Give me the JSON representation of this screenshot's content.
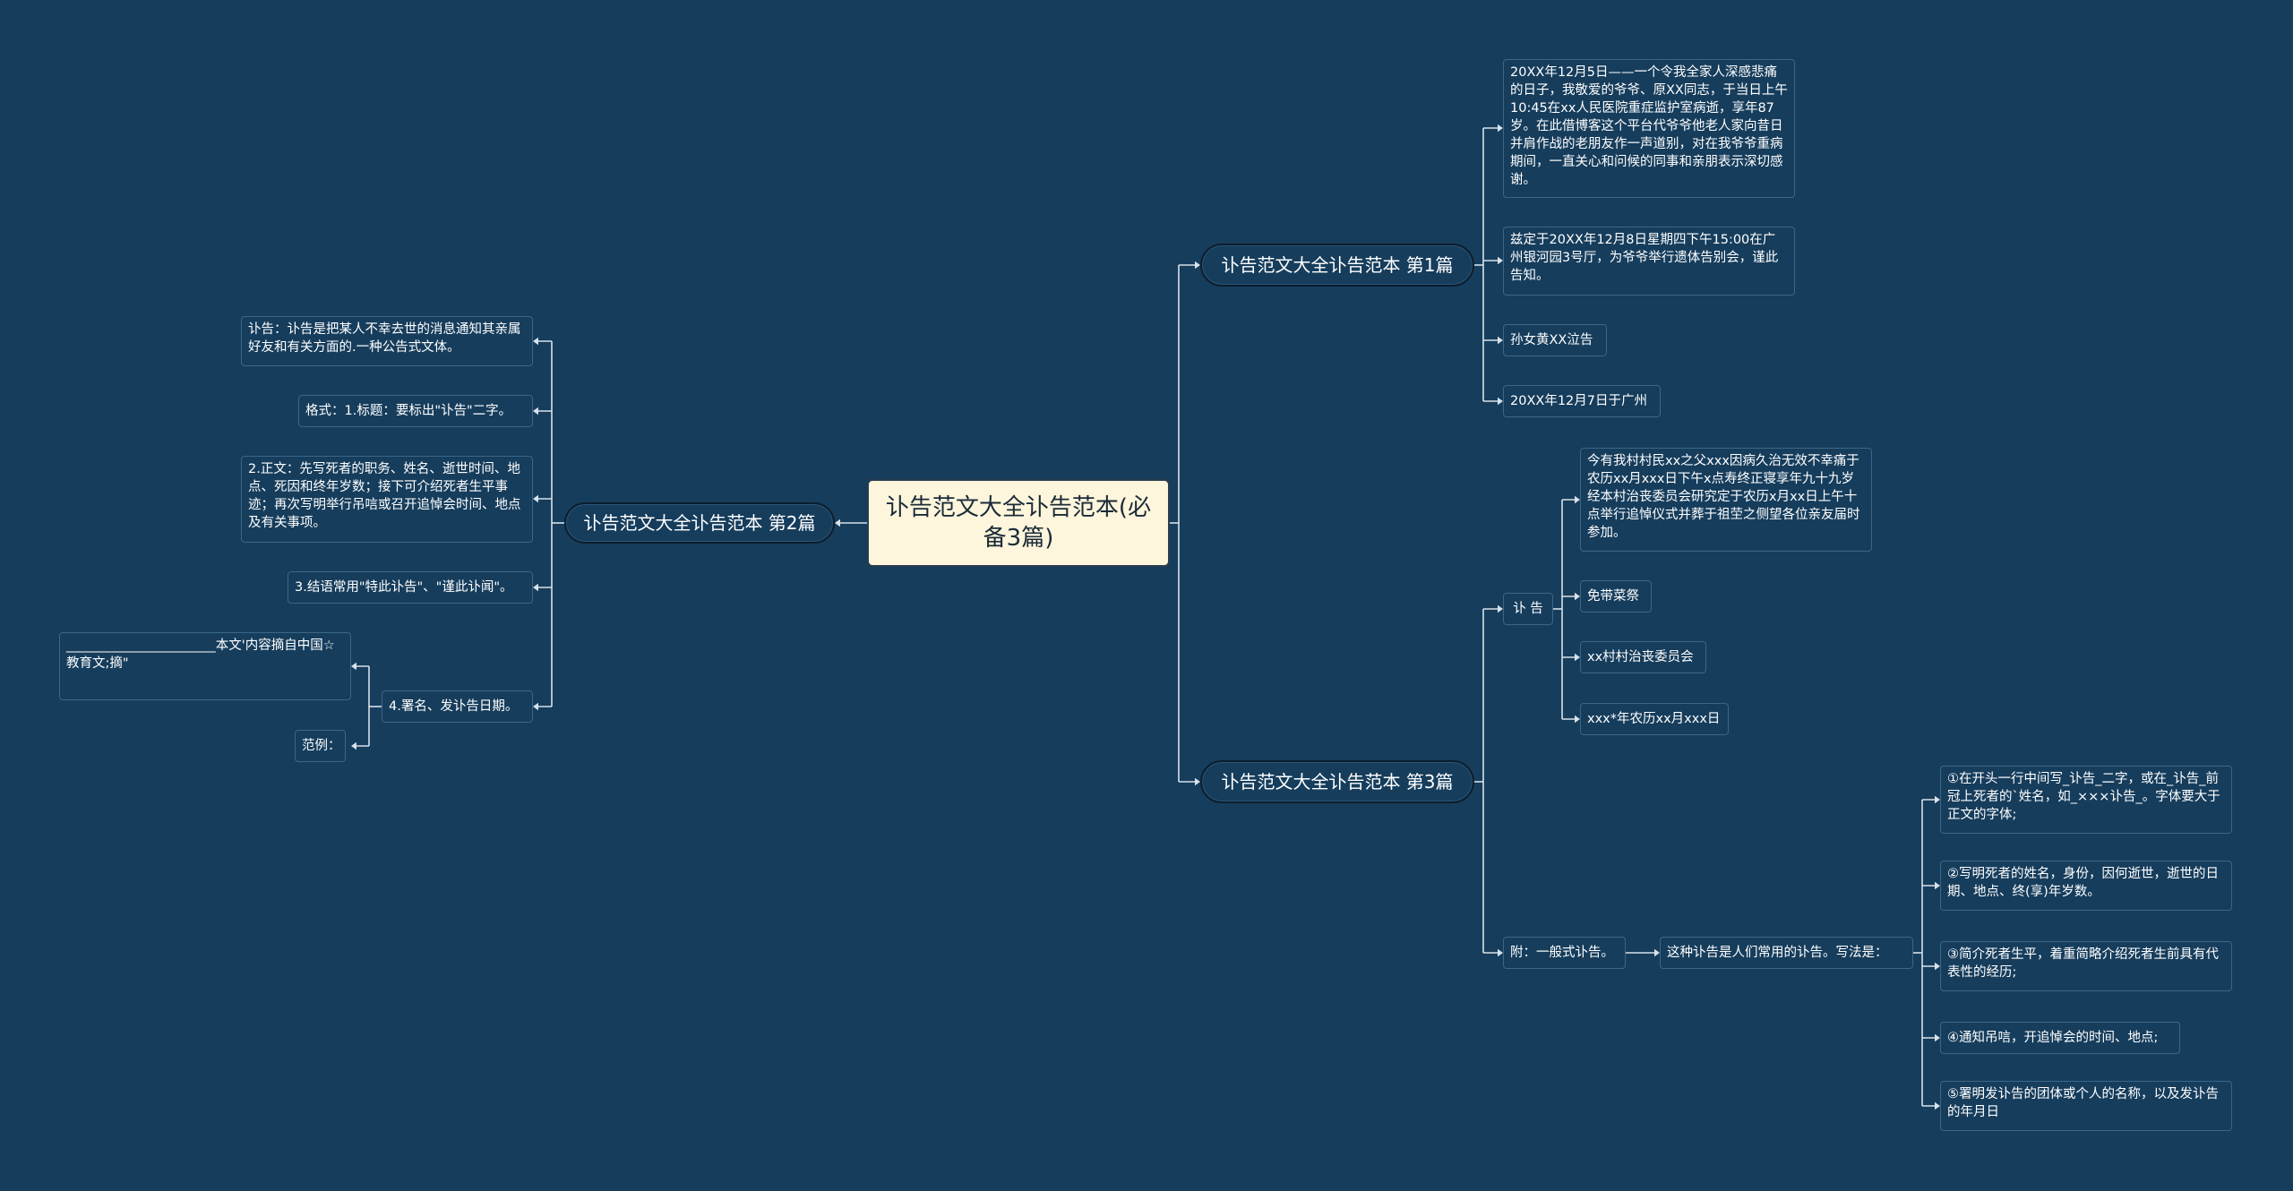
{
  "root": {
    "text": "讣告范文大全讣告范本(必备3篇)"
  },
  "branch1": {
    "title": "讣告范文大全讣告范本 第1篇",
    "items": [
      "20XX年12月5日——一个令我全家人深感悲痛的日子，我敬爱的爷爷、原XX同志，于当日上午10:45在xx人民医院重症监护室病逝，享年87岁。在此借博客这个平台代爷爷他老人家向昔日并肩作战的老朋友作一声道别，对在我爷爷重病期间，一直关心和问候的同事和亲朋表示深切感谢。",
      "兹定于20XX年12月8日星期四下午15:00在广州银河园3号厅，为爷爷举行遗体告别会，谨此告知。",
      "孙女黄XX泣告",
      "20XX年12月7日于广州"
    ]
  },
  "branch2": {
    "title": "讣告范文大全讣告范本 第2篇",
    "items": [
      "讣告：讣告是把某人不幸去世的消息通知其亲属好友和有关方面的.一种公告式文体。",
      "格式：1.标题：要标出\"讣告\"二字。",
      "2.正文：先写死者的职务、姓名、逝世时间、地点、死因和终年岁数；接下可介绍死者生平事迹；再次写明举行吊唁或召开追悼会时间、地点及有关事项。",
      "3.结语常用\"特此讣告\"、\"谨此讣闻\"。",
      "4.署名、发讣告日期。"
    ],
    "sub": [
      "_______________________本文'内容摘自中国☆教育文;摘\"",
      "范例："
    ]
  },
  "branch3": {
    "title": "讣告范文大全讣告范本 第3篇",
    "notice": {
      "label": "讣 告",
      "items": [
        "今有我村村民xx之父xxx因病久治无效不幸痛于农历xx月xxx日下午x点寿终正寝享年九十九岁经本村治丧委员会研究定于农历x月xx日上午十点举行追悼仪式并葬于祖茔之侧望各位亲友届时参加。",
        "免带菜祭",
        "xx村村治丧委员会",
        "xxx*年农历xx月xxx日"
      ]
    },
    "appendix": {
      "label": "附：一般式讣告。",
      "method": "这种讣告是人们常用的讣告。写法是：",
      "items": [
        "①在开头一行中间写_讣告_二字，或在_讣告_前冠上死者的`姓名，如_×××讣告_。字体要大于正文的字体;",
        "②写明死者的姓名，身份，因何逝世，逝世的日期、地点、终(享)年岁数。",
        "③简介死者生平，着重简略介绍死者生前具有代表性的经历;",
        "④通知吊唁，开追悼会的时间、地点;",
        "⑤署明发讣告的团体或个人的名称，以及发讣告的年月日"
      ]
    }
  }
}
